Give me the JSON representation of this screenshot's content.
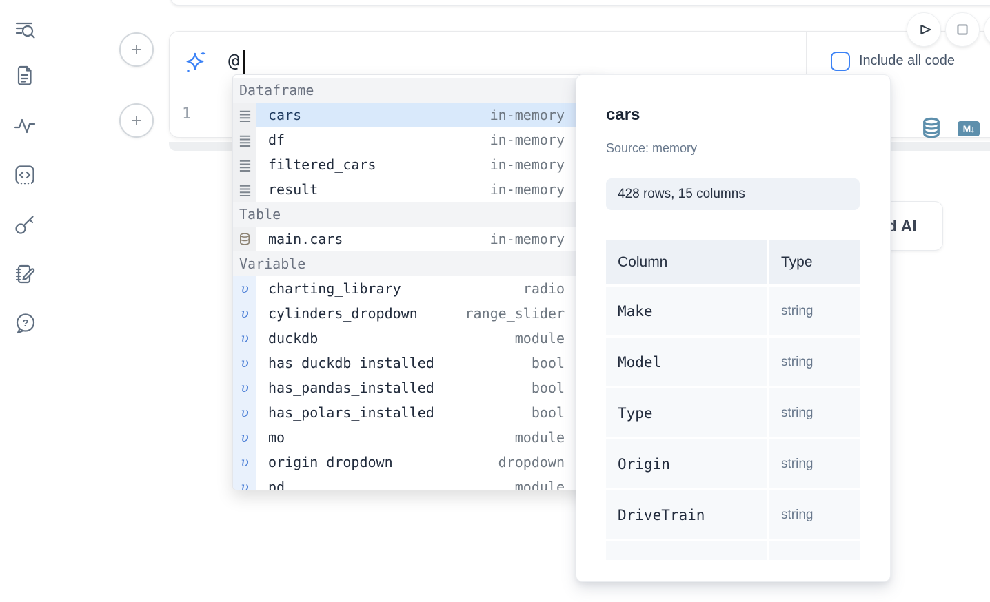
{
  "sidebar": {
    "icons": [
      "search-list",
      "document",
      "activity",
      "code-snippet",
      "key",
      "scratchpad",
      "help"
    ]
  },
  "run_controls": {
    "play_icon": "play-outline",
    "stop_icon": "stop-outline"
  },
  "cell": {
    "prompt_value": "@",
    "include_all_code_label": "Include all code",
    "line_number": "1",
    "action_icons": [
      "database-icon",
      "markdown-icon"
    ],
    "markdown_badge_text": "M↓"
  },
  "add_cell_button_glyph": "+",
  "autocomplete": {
    "sections": [
      {
        "label": "Dataframe",
        "icon": "dataframe-rows-icon",
        "items": [
          {
            "name": "cars",
            "type": "in-memory",
            "selected": true
          },
          {
            "name": "df",
            "type": "in-memory"
          },
          {
            "name": "filtered_cars",
            "type": "in-memory"
          },
          {
            "name": "result",
            "type": "in-memory"
          }
        ]
      },
      {
        "label": "Table",
        "icon": "database-small-icon",
        "items": [
          {
            "name": "main.cars",
            "type": "in-memory"
          }
        ]
      },
      {
        "label": "Variable",
        "icon": "variable-icon",
        "icon_glyph": "υ",
        "items": [
          {
            "name": "charting_library",
            "type": "radio"
          },
          {
            "name": "cylinders_dropdown",
            "type": "range_slider"
          },
          {
            "name": "duckdb",
            "type": "module"
          },
          {
            "name": "has_duckdb_installed",
            "type": "bool"
          },
          {
            "name": "has_pandas_installed",
            "type": "bool"
          },
          {
            "name": "has_polars_installed",
            "type": "bool"
          },
          {
            "name": "mo",
            "type": "module"
          },
          {
            "name": "origin_dropdown",
            "type": "dropdown"
          },
          {
            "name": "pd",
            "type": "module",
            "clipped": true
          }
        ]
      }
    ]
  },
  "preview": {
    "title": "cars",
    "source": "Source: memory",
    "shape_badge": "428 rows, 15 columns",
    "table": {
      "headers": [
        "Column",
        "Type"
      ],
      "rows": [
        [
          "Make",
          "string"
        ],
        [
          "Model",
          "string"
        ],
        [
          "Type",
          "string"
        ],
        [
          "Origin",
          "string"
        ],
        [
          "DriveTrain",
          "string"
        ]
      ]
    }
  },
  "ai_button": {
    "visible_fragment": "d AI"
  },
  "colors": {
    "accent_blue": "#3b82f6",
    "selected_row_bg": "#d9e9fb",
    "steel_blue_icon": "#5d8fac",
    "gutter_gray": "#eff0f2",
    "gutter_blue": "#e9f1fc",
    "section_header_bg": "#f3f4f6",
    "badge_bg": "#eef2f7",
    "table_cell_bg": "#f7f9fb",
    "table_header_bg": "#edf1f6"
  }
}
